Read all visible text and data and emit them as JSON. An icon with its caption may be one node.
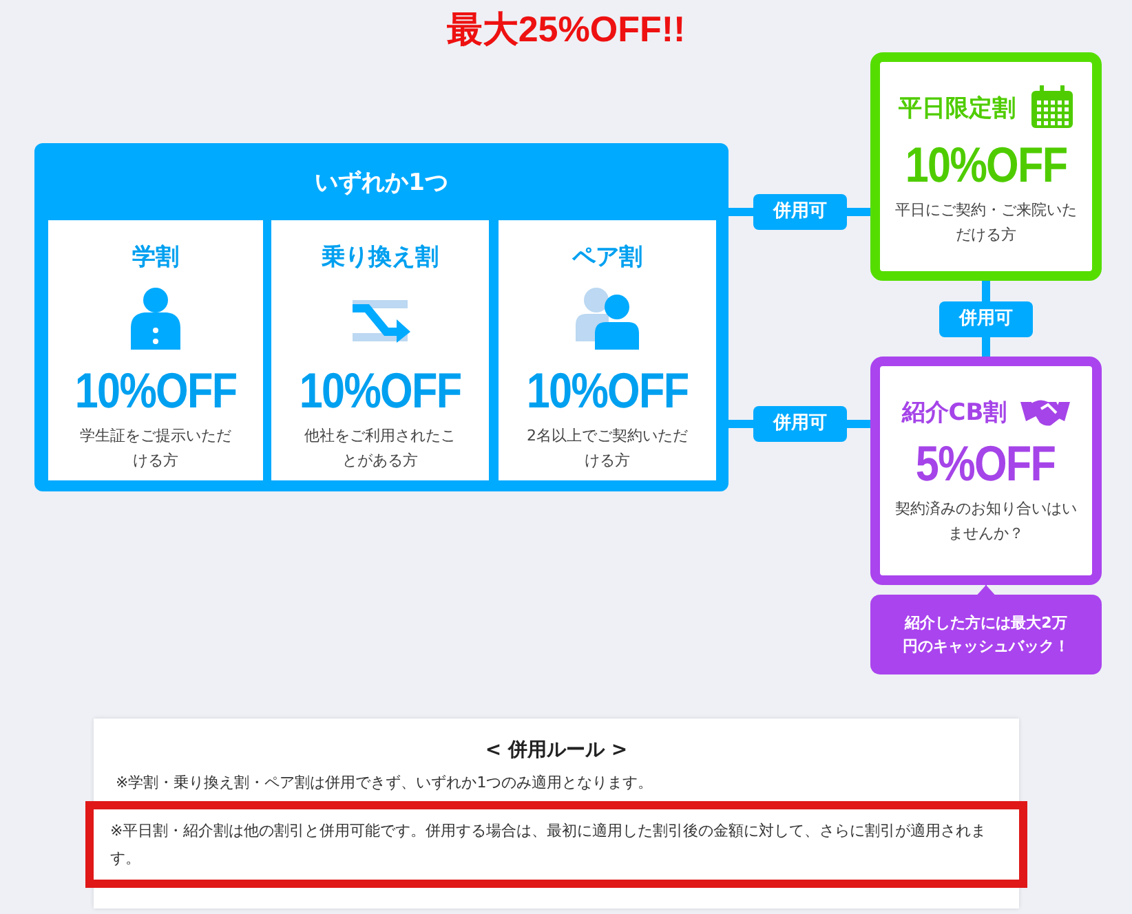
{
  "diagram": {
    "title": "最大25%OFF!!",
    "nodes": [
      {
        "text": [
          "いずれか1つ"
        ]
      },
      {
        "text": [
          "学割",
          "10%OFF",
          "学生証をご提示いただける方"
        ],
        "in": 0
      },
      {
        "text": [
          "乗り換え割",
          "10%OFF",
          "他社をご利用されたことがある方"
        ],
        "in": 0
      },
      {
        "text": [
          "ペア割",
          "10%OFF",
          "2名以上でご契約いただける方"
        ],
        "in": 0
      },
      {
        "text": [
          "平日限定割",
          "10%OFF",
          "平日にご契約・ご来院いただける方"
        ]
      },
      {
        "text": [
          "紹介CB割",
          "5%OFF",
          "契約済みのお知り合いはいませんか？"
        ]
      },
      {
        "text": [
          "紹介した方には最大2万円のキャッシュバック！"
        ]
      },
      {
        "text": [
          "< 併用ルール >",
          "※学割・乗り換え割・ペア割は併用できず、いずれか1つのみ適用となります。"
        ]
      },
      {
        "text": [
          "※平日割・紹介割は他の割引と併用可能です。併用する場合は、最初に適用した割引後の金額に対して、さらに割引が適用されます。"
        ],
        "in": 7
      }
    ],
    "edges": [
      {
        "from": 0,
        "to": 4,
        "arrow": "none",
        "label": "併用可"
      },
      {
        "from": 4,
        "to": 5,
        "arrow": "none",
        "label": "併用可"
      },
      {
        "from": 0,
        "to": 5,
        "arrow": "none",
        "label": "併用可"
      },
      {
        "from": 6,
        "to": 5,
        "arrow": "to",
        "color": "#aa44ee"
      }
    ]
  }
}
